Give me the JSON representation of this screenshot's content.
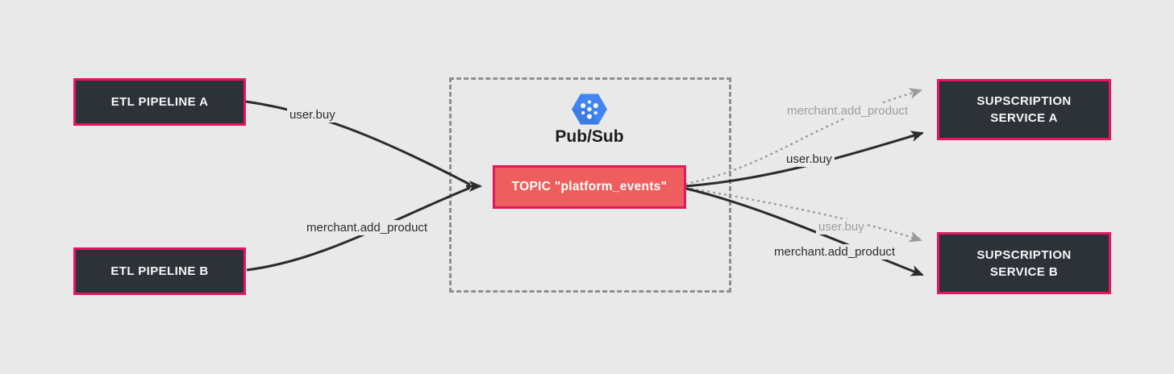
{
  "diagram": {
    "title": "Pub/Sub topic fan-in / fan-out diagram",
    "colors": {
      "background": "#e9e9e9",
      "node_fill": "#2d3138",
      "node_border": "#e5175f",
      "topic_fill": "#ee5e5e",
      "topic_border": "#e0185e",
      "pubsub_blue": "#4184f3",
      "edge_black": "#2b2b2b",
      "edge_gray": "#9d9d9d"
    },
    "publishers": [
      {
        "label": "ETL PIPELINE A"
      },
      {
        "label": "ETL PIPELINE B"
      }
    ],
    "broker": {
      "icon": "pubsub-hexagon-icon",
      "title": "Pub/Sub",
      "topic_label": "TOPIC \"platform_events\""
    },
    "subscribers": [
      {
        "line1": "SUPSCRIPTION",
        "line2": "SERVICE A"
      },
      {
        "line1": "SUPSCRIPTION",
        "line2": "SERVICE B"
      }
    ],
    "edge_labels": {
      "left_user_buy": "user.buy",
      "left_merchant_add_product": "merchant.add_product",
      "right_merchant_add_product_gray": "merchant.add_product",
      "right_user_buy_black": "user.buy",
      "right_user_buy_gray": "user.buy",
      "right_merchant_add_product_black": "merchant.add_product"
    }
  }
}
